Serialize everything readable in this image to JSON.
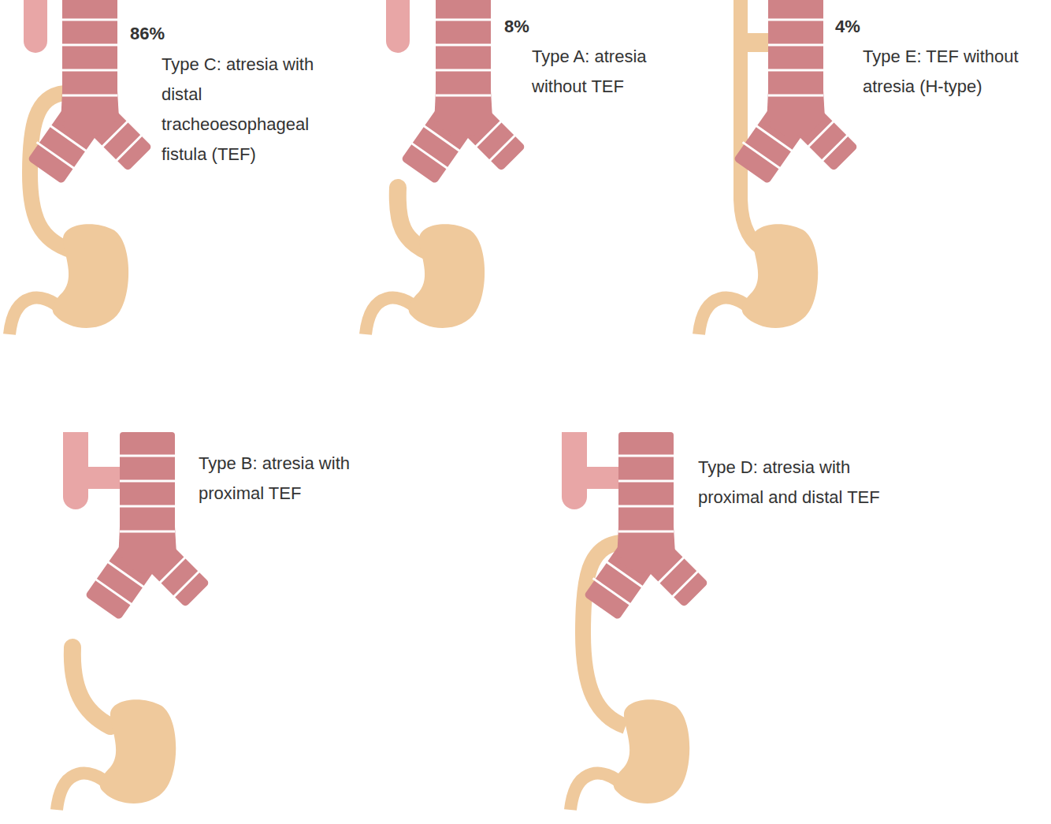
{
  "diagram": {
    "labels": [
      "86%",
      "Type C: atresia with distal tracheoesophageal fistula (TEF)",
      "8%",
      "Type A: atresia without TEF",
      "4%",
      "Type E: TEF without atresia (H-type)",
      "Type B: atresia with proximal TEF",
      "Type D: atresia with proximal and distal TEF"
    ]
  }
}
